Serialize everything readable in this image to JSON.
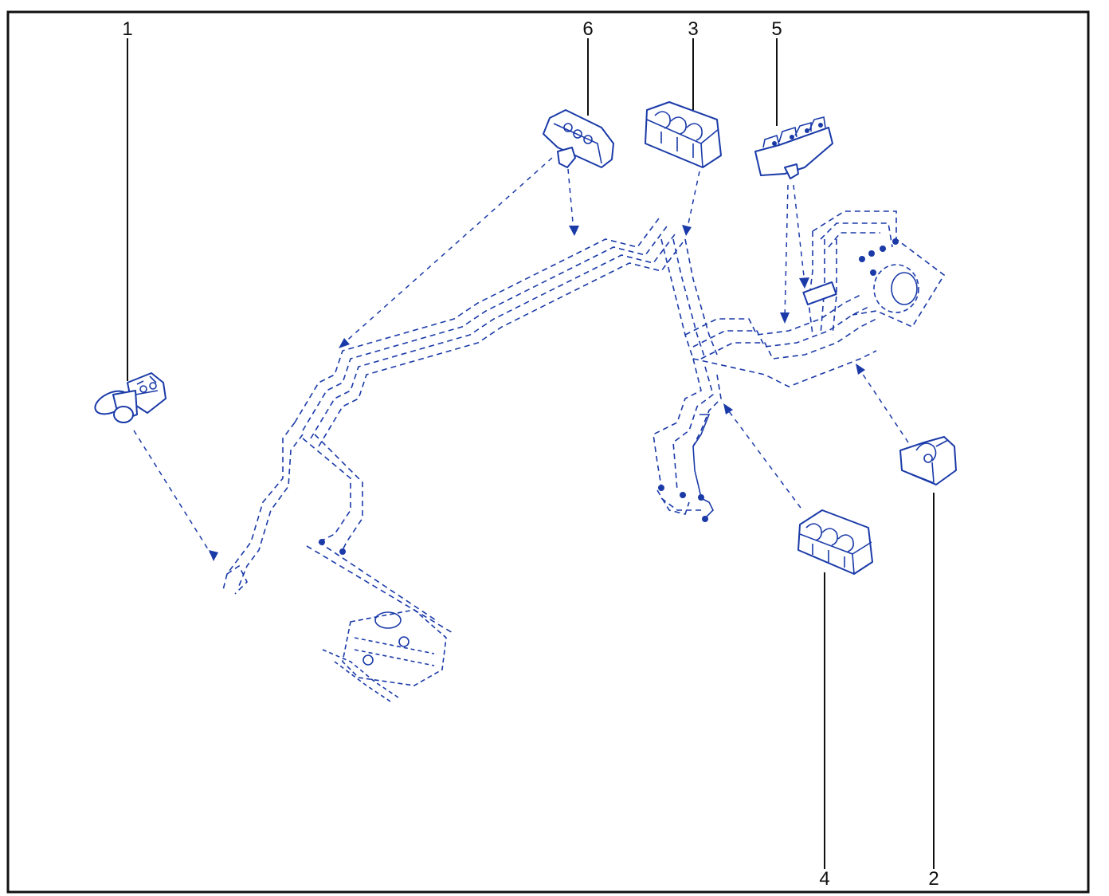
{
  "colors": {
    "line_art": "#1a3aa8",
    "border": "#111111",
    "background": "#ffffff"
  },
  "callouts": {
    "c1": "1",
    "c2": "2",
    "c3": "3",
    "c4": "4",
    "c5": "5",
    "c6": "6"
  },
  "parts": [
    {
      "callout": "1",
      "icon": "clip-with-spacer-icon"
    },
    {
      "callout": "2",
      "icon": "single-clip-icon"
    },
    {
      "callout": "3",
      "icon": "triple-clip-icon"
    },
    {
      "callout": "4",
      "icon": "triple-clip-icon"
    },
    {
      "callout": "5",
      "icon": "multi-clip-icon"
    },
    {
      "callout": "6",
      "icon": "grommet-icon"
    }
  ]
}
